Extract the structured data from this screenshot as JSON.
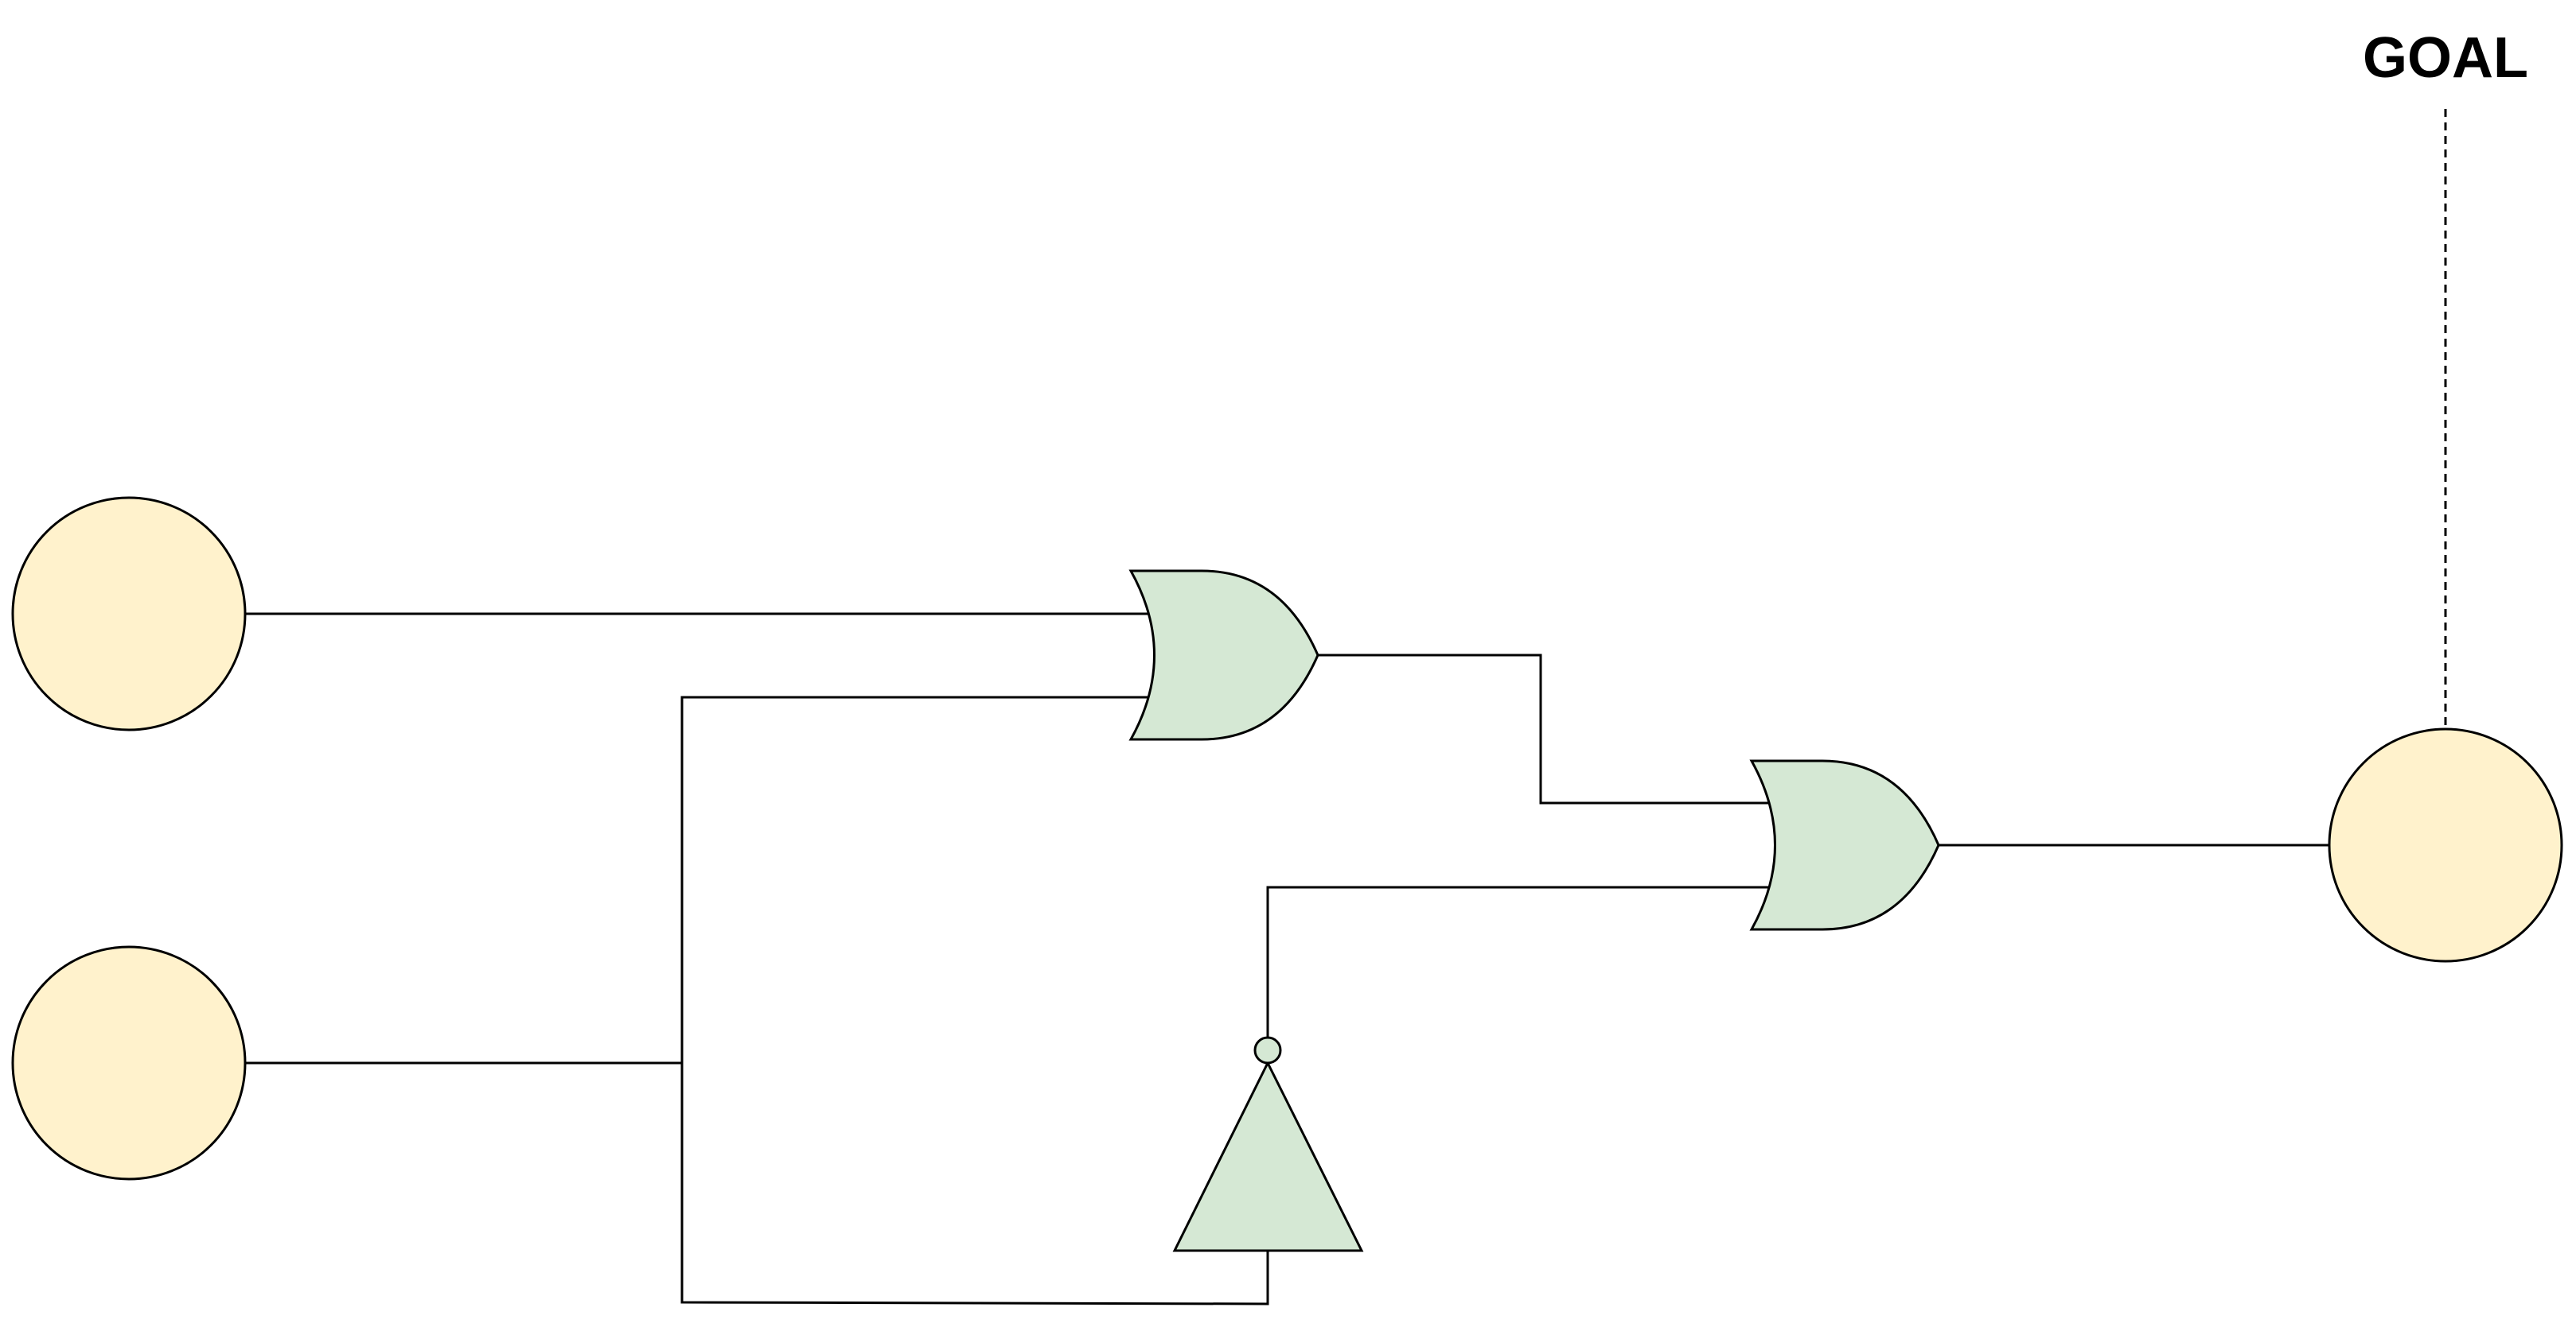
{
  "diagram": {
    "goal_label": "GOAL",
    "node_fill": "#fff2cc",
    "gate_fill": "#d5e8d4",
    "line_color": "#000000",
    "nodes": [
      "input-node-a",
      "input-node-b",
      "goal-node"
    ],
    "gates": [
      "or-gate",
      "or-gate",
      "not-gate"
    ]
  }
}
